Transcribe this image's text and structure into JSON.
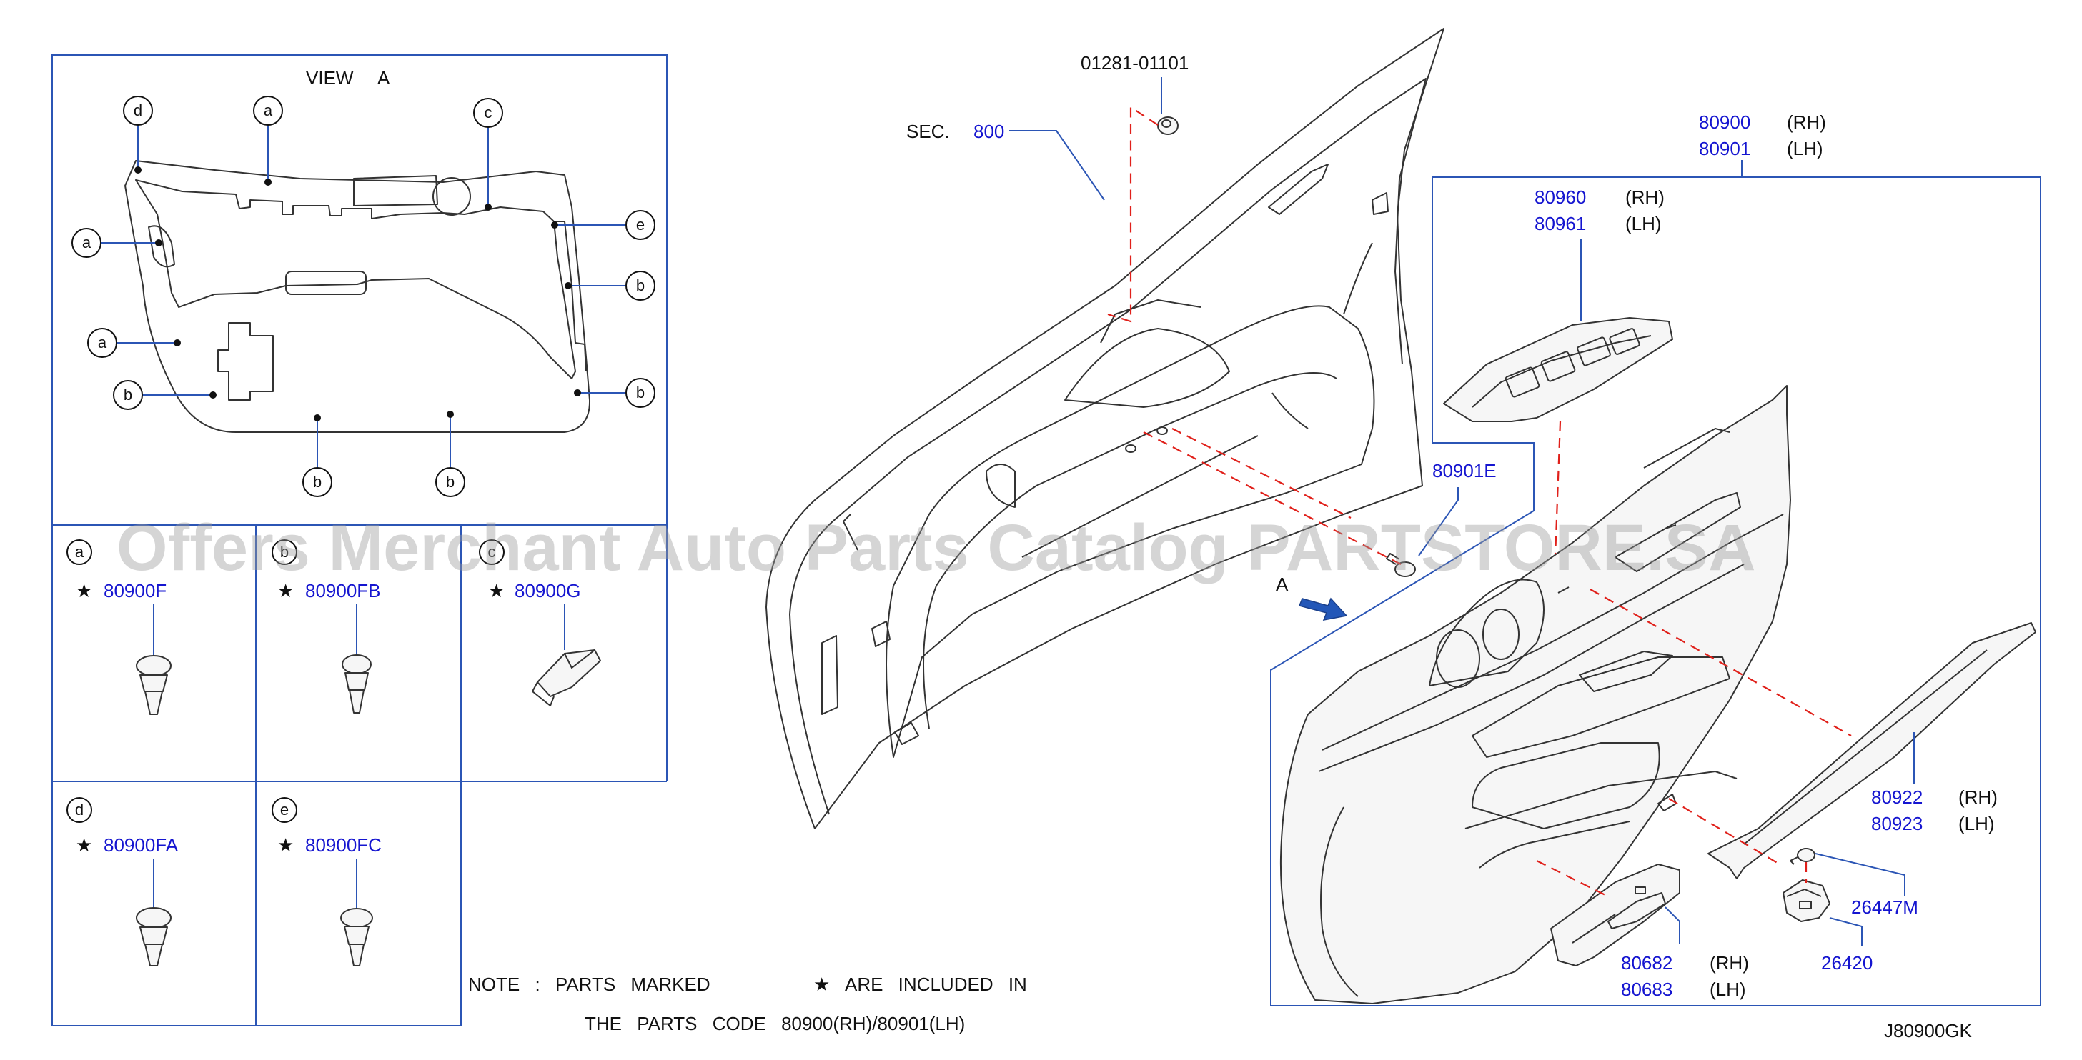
{
  "view_title": {
    "word": "VIEW",
    "letter": "A"
  },
  "view_callouts": [
    "d",
    "a",
    "c",
    "a",
    "e",
    "b",
    "a",
    "b",
    "b",
    "b",
    "b"
  ],
  "clips": [
    {
      "letter": "a",
      "star": "★",
      "part": "80900F"
    },
    {
      "letter": "b",
      "star": "★",
      "part": "80900FB"
    },
    {
      "letter": "c",
      "star": "★",
      "part": "80900G"
    },
    {
      "letter": "d",
      "star": "★",
      "part": "80900FA"
    },
    {
      "letter": "e",
      "star": "★",
      "part": "80900FC"
    }
  ],
  "note": {
    "line1_a": "NOTE : PARTS MARKED",
    "star": "★",
    "line1_b": "ARE INCLUDED IN",
    "line2": "THE PARTS CODE 80900(RH)/80901(LH)"
  },
  "parts": {
    "p01281": "01281-01101",
    "sec_prefix": "SEC.",
    "sec_num": "800",
    "p80900": "80900",
    "rh1": "(RH)",
    "p80901": "80901",
    "lh1": "(LH)",
    "p80960": "80960",
    "rh2": "(RH)",
    "p80961": "80961",
    "lh2": "(LH)",
    "p80901E": "80901E",
    "view_arrow": "A",
    "p80922": "80922",
    "rh3": "(RH)",
    "p80923": "80923",
    "lh3": "(LH)",
    "p26447M": "26447M",
    "p26420": "26420",
    "p80682": "80682",
    "rh4": "(RH)",
    "p80683": "80683",
    "lh4": "(LH)"
  },
  "diagram_code": "J80900GK",
  "watermark": "Offers Merchant Auto Parts Catalog PARTSTORE.SA",
  "colors": {
    "part_number": "#1515d0",
    "leader": "#2b55b5",
    "dashed": "#e0201a",
    "line": "#333333"
  }
}
